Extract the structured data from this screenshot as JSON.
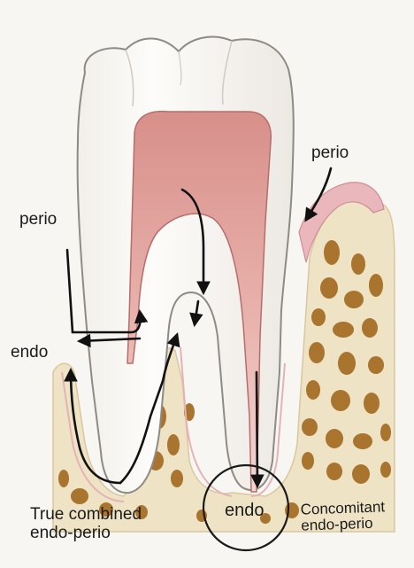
{
  "labels": {
    "perio_left": "perio",
    "perio_right": "perio",
    "endo_left": "endo",
    "endo_bottom": "endo",
    "true_combined_line1": "True combined",
    "true_combined_line2": "endo-perio",
    "concomitant_line1": "Concomitant",
    "concomitant_line2": "endo-perio"
  },
  "colors": {
    "background": "#f7f6f2",
    "enamel": "#fdfcfa",
    "pulp": "#d9908c",
    "gingiva": "#eab8bc",
    "bone": "#efe3c6",
    "marrow": "#a8742e",
    "arrow": "#111111"
  }
}
